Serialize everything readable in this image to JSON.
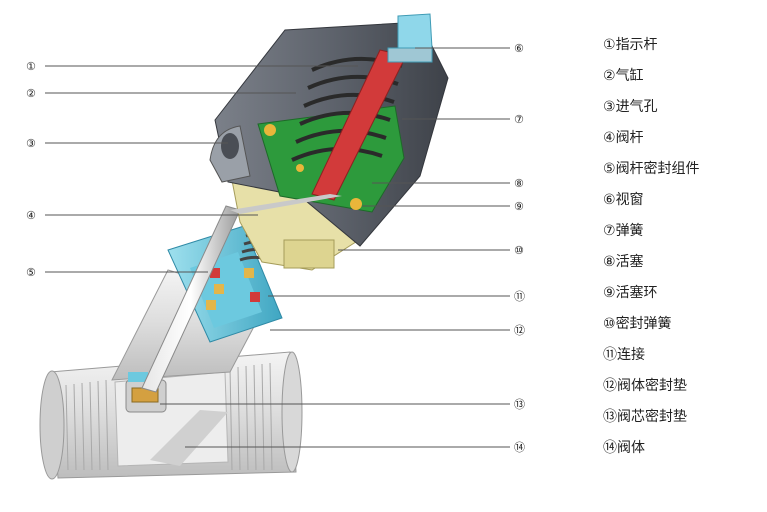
{
  "diagram": {
    "markers": [
      "①",
      "②",
      "③",
      "④",
      "⑤",
      "⑥",
      "⑦",
      "⑧",
      "⑨",
      "⑩",
      "⑪",
      "⑫",
      "⑬",
      "⑭"
    ],
    "legend": [
      {
        "marker": "①",
        "text": "指示杆"
      },
      {
        "marker": "②",
        "text": "气缸"
      },
      {
        "marker": "③",
        "text": "进气孔"
      },
      {
        "marker": "④",
        "text": "阀杆"
      },
      {
        "marker": "⑤",
        "text": "阀杆密封组件"
      },
      {
        "marker": "⑥",
        "text": "视窗"
      },
      {
        "marker": "⑦",
        "text": "弹簧"
      },
      {
        "marker": "⑧",
        "text": "活塞"
      },
      {
        "marker": "⑨",
        "text": "活塞环"
      },
      {
        "marker": "⑩",
        "text": "密封弹簧"
      },
      {
        "marker": "⑪",
        "text": "连接"
      },
      {
        "marker": "⑫",
        "text": "阀体密封垫"
      },
      {
        "marker": "⑬",
        "text": "阀芯密封垫"
      },
      {
        "marker": "⑭",
        "text": "阀体"
      }
    ]
  },
  "colors": {
    "cylinder": "#6a6f78",
    "piston": "#2d9a3c",
    "indicator": "#d23a3a",
    "window": "#8fd7ea",
    "brass": "#e7e0a8",
    "coupling": "#6cc9df",
    "body": "#e6e6e6",
    "leader_line": "#555555"
  }
}
